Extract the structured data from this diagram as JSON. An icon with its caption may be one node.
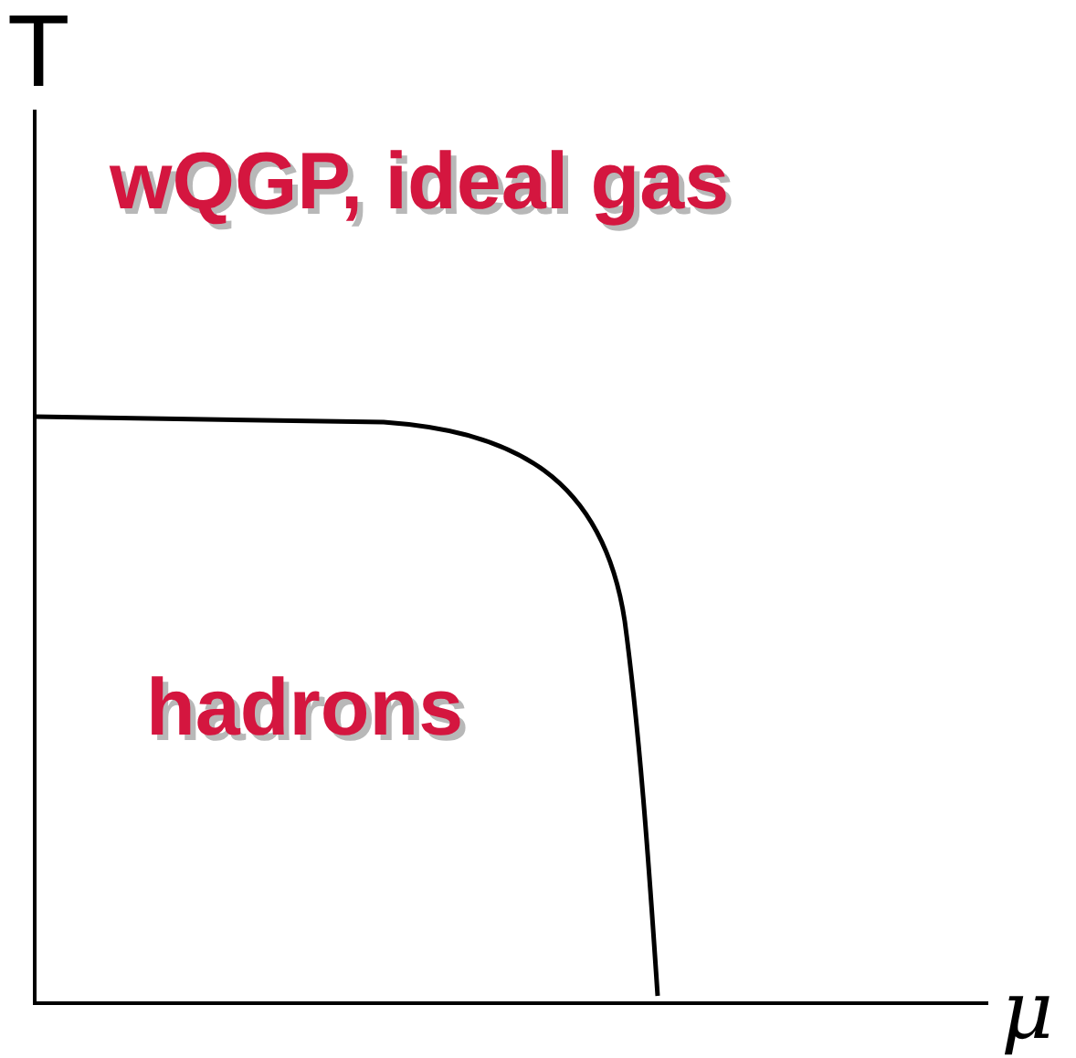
{
  "diagram": {
    "labels": [
      "T",
      "wQGP, ideal gas",
      "hadrons",
      "μ"
    ]
  }
}
